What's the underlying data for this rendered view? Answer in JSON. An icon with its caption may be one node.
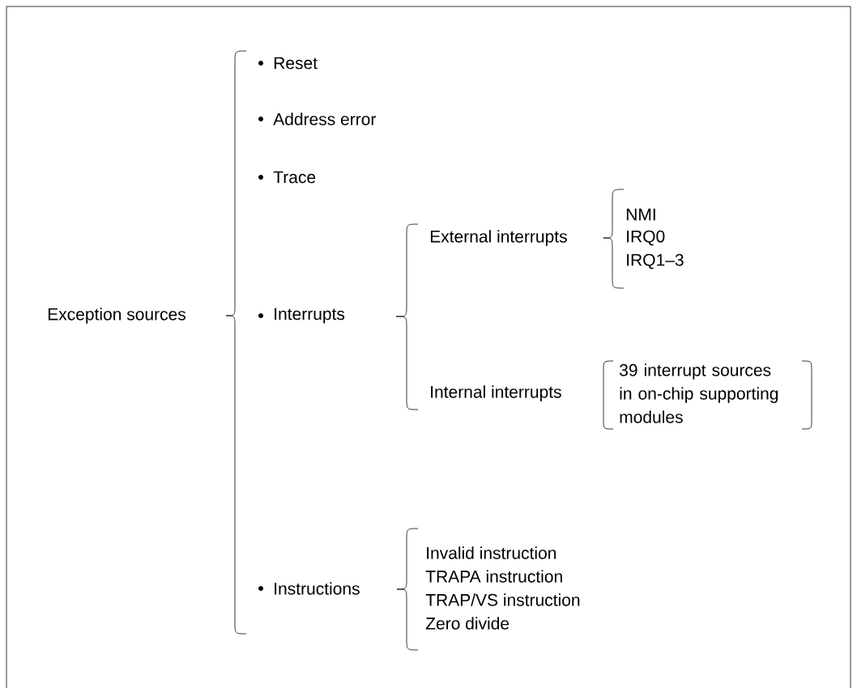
{
  "diagram": {
    "labels": [
      "Reset",
      "Address error",
      "Trace",
      "Exception sources",
      "Interrupts",
      "External interrupts",
      "NMI",
      "IRQ0",
      "IRQ1–3",
      "Internal interrupts",
      "39 interrupt sources in on-chip supporting modules",
      "Instructions",
      "Invalid instruction",
      "TRAPA instruction",
      "TRAP/VS instruction",
      "Zero divide"
    ]
  }
}
